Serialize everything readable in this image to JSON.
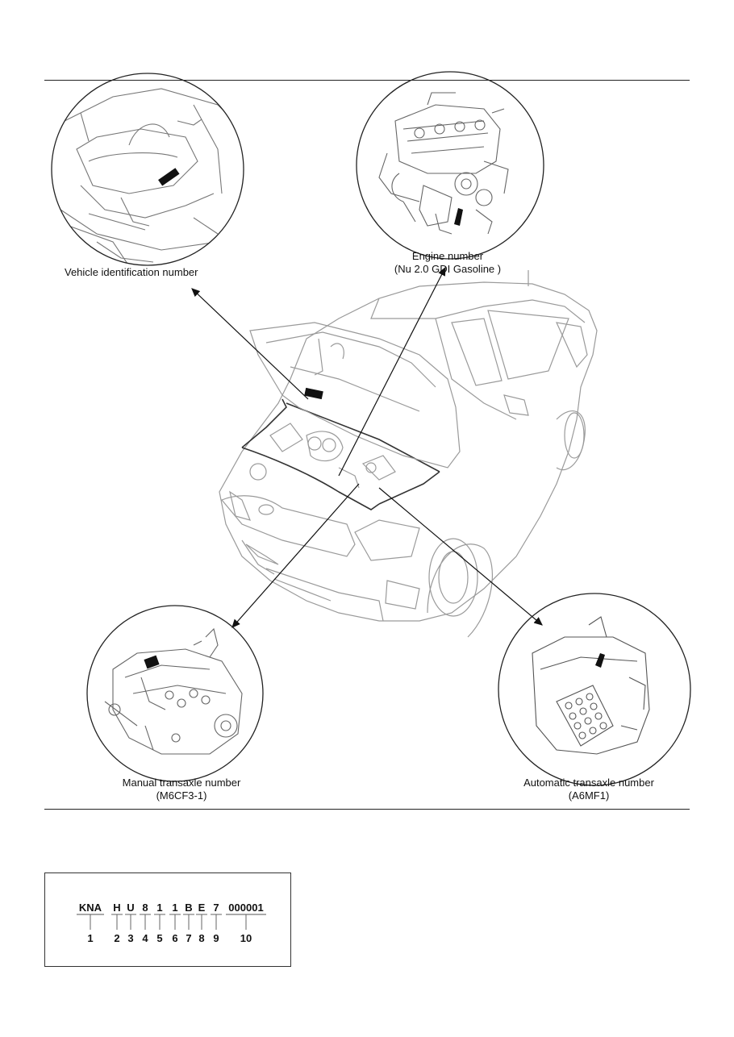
{
  "labels": {
    "vin": "Vehicle identification number",
    "engine_line1": "Engine number",
    "engine_line2": "(Nu 2.0 GDI Gasoline )",
    "manual_line1": "Manual transaxle number",
    "manual_line2": "(M6CF3-1)",
    "auto_line1": "Automatic transaxle number",
    "auto_line2": "(A6MF1)"
  },
  "vin_breakdown": {
    "segments": [
      "KNA",
      "H",
      "U",
      "8",
      "1",
      "1",
      "B",
      "E",
      "7",
      "000001"
    ],
    "positions": [
      "1",
      "2",
      "3",
      "4",
      "5",
      "6",
      "7",
      "8",
      "9",
      "10"
    ]
  }
}
